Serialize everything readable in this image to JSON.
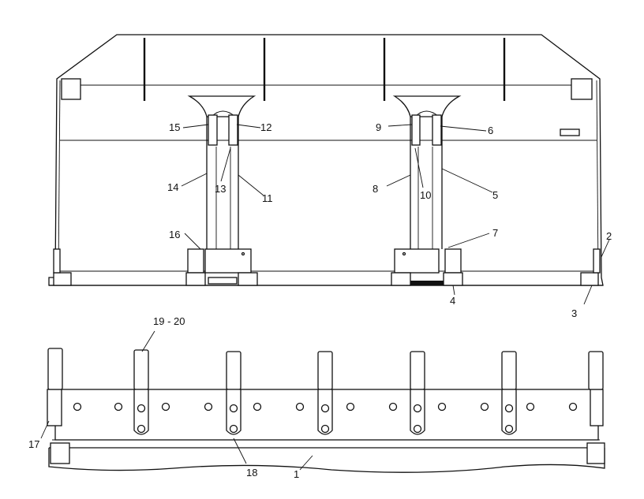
{
  "callouts": [
    {
      "id": "c1",
      "text": "1"
    },
    {
      "id": "c2",
      "text": "2"
    },
    {
      "id": "c3",
      "text": "3"
    },
    {
      "id": "c4",
      "text": "4"
    },
    {
      "id": "c5",
      "text": "5"
    },
    {
      "id": "c6",
      "text": "6"
    },
    {
      "id": "c7",
      "text": "7"
    },
    {
      "id": "c8",
      "text": "8"
    },
    {
      "id": "c9",
      "text": "9"
    },
    {
      "id": "c10",
      "text": "10"
    },
    {
      "id": "c11",
      "text": "11"
    },
    {
      "id": "c12",
      "text": "12"
    },
    {
      "id": "c13",
      "text": "13"
    },
    {
      "id": "c14",
      "text": "14"
    },
    {
      "id": "c15",
      "text": "15"
    },
    {
      "id": "c16",
      "text": "16"
    },
    {
      "id": "c17",
      "text": "17"
    },
    {
      "id": "c18",
      "text": "18"
    },
    {
      "id": "c19",
      "text": "19 - 20"
    }
  ],
  "colors": {
    "ink": "#111111",
    "paper": "#ffffff"
  }
}
